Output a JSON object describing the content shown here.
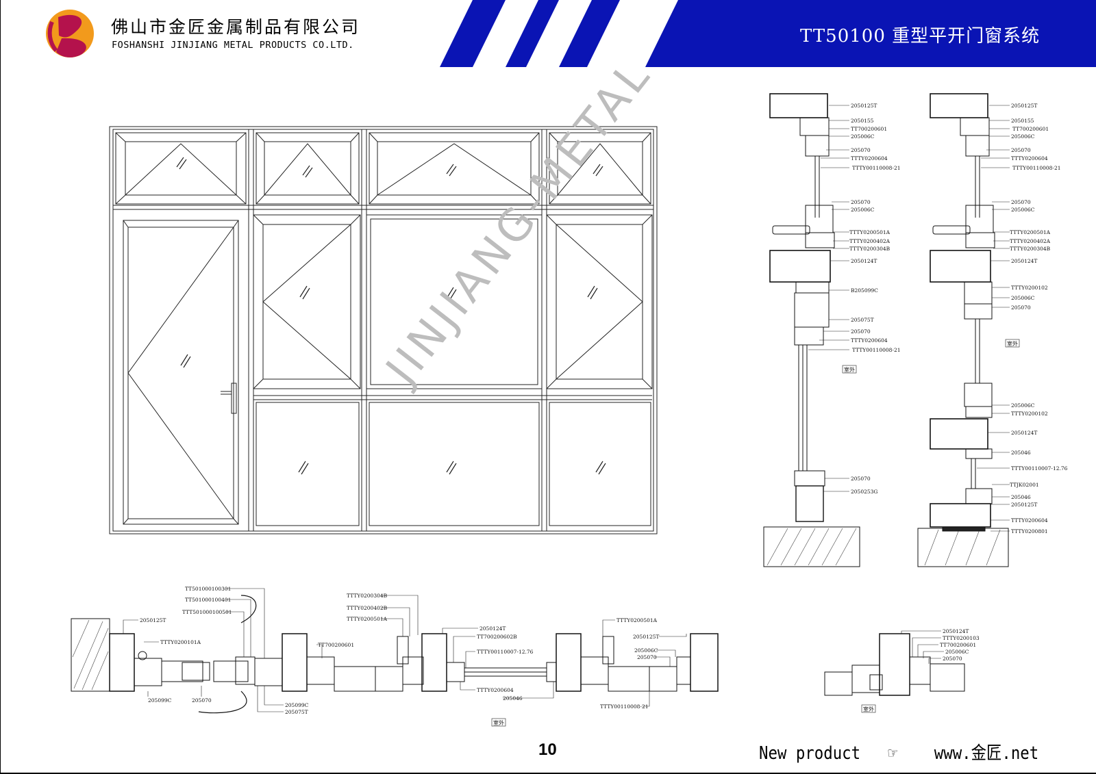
{
  "header": {
    "company_cn": "佛山市金匠金属制品有限公司",
    "company_en": "FOSHANSHI JINJIANG METAL PRODUCTS CO.LTD.",
    "system_title": "TT50100 重型平开门窗系统",
    "band_color": "#0a14b4",
    "logo_colors": {
      "outer": "#f29a1c",
      "inner": "#b4124c"
    }
  },
  "watermark": "JINJIANG-METAL",
  "footer": {
    "page_number": "10",
    "new_product": "New product",
    "hand_glyph": "☞",
    "website": "www.金匠.net"
  },
  "section_caption": "室外",
  "section_left_parts": [
    "2050125T",
    "2050155",
    "TT700200601",
    "205006C",
    "205070",
    "TTTY0200604",
    "TTTY00110008-21",
    "205070",
    "205006C",
    "TTTY0200501A",
    "TTTY0200402A",
    "TTTY0200304B",
    "2050124T",
    "B205099C",
    "205075T",
    "205070",
    "TTTY0200604",
    "TTTY00110008-21",
    "205070",
    "2050253G"
  ],
  "section_right_parts": [
    "2050125T",
    "2050155",
    "TT700200601",
    "205006C",
    "205070",
    "TTTY0200604",
    "TTTY00110008-21",
    "205070",
    "205006C",
    "TTTY0200501A",
    "TTTY0200402A",
    "TTTY0200304B",
    "2050124T",
    "TTTY0200102",
    "205006C",
    "205070",
    "205006C",
    "TTTY0200102",
    "2050124T",
    "205046",
    "TTTY00110007-12.76",
    "TTJK02001",
    "205046",
    "2050125T",
    "TTTY0200604",
    "TTTY0200801"
  ],
  "plan_parts_top": [
    "TT501000100301",
    "TT501000100401",
    "TTT501000100501",
    "2050125T",
    "TTTY0200101A",
    "TT700200601",
    "TTTY0200304B",
    "TTTY0200402B",
    "TTTY0200501A",
    "2050124T",
    "TT700200602B",
    "TTTY00110007-12.76",
    "TTTY0200501A",
    "2050125T",
    "205006C",
    "205070"
  ],
  "plan_parts_bottom": [
    "205099C",
    "205070",
    "205099C",
    "205075T",
    "TTTY0200604",
    "205046",
    "TTTY00110008-21"
  ],
  "detail_parts": [
    "2050124T",
    "TTTY0200103",
    "TT700200601",
    "205006C",
    "205070"
  ]
}
